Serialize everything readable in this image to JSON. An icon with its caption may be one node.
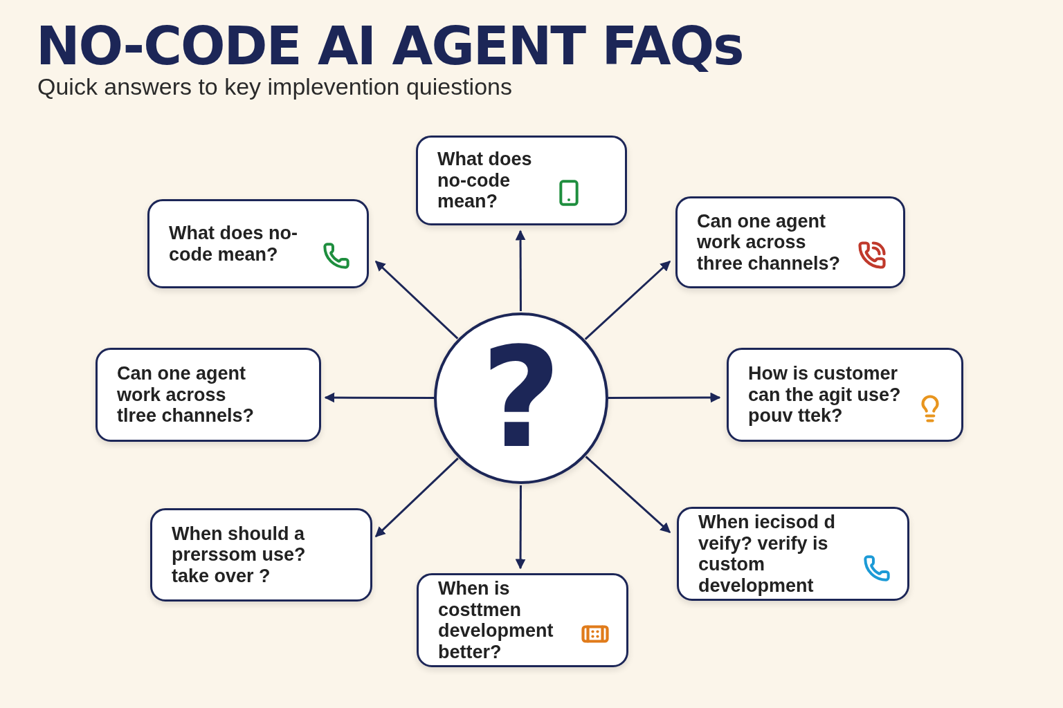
{
  "diagram": {
    "title": "NO-CODE AI AGENT FAQs",
    "caption": "Quick answers to key implevention quiestions",
    "nodes": [
      {
        "text": [
          "?"
        ]
      },
      {
        "text": [
          "What does no-code mean?"
        ]
      },
      {
        "text": [
          "What does no-code mean?"
        ]
      },
      {
        "text": [
          "Can one agent work across three channels?"
        ]
      },
      {
        "text": [
          "Can one agent work across tlree channels?"
        ]
      },
      {
        "text": [
          "How is customer can the agit use? pouv ttek?"
        ]
      },
      {
        "text": [
          "When should a prerssom use? take over ?"
        ]
      },
      {
        "text": [
          "When iecisod d veify? verify is custom development"
        ]
      },
      {
        "text": [
          "When is costtmen development better?"
        ]
      }
    ],
    "edges": [
      {
        "from": 0,
        "to": 1,
        "arrow": "to"
      },
      {
        "from": 0,
        "to": 2,
        "arrow": "to"
      },
      {
        "from": 0,
        "to": 3,
        "arrow": "to"
      },
      {
        "from": 0,
        "to": 4,
        "arrow": "to"
      },
      {
        "from": 0,
        "to": 5,
        "arrow": "to"
      },
      {
        "from": 0,
        "to": 6,
        "arrow": "to"
      },
      {
        "from": 0,
        "to": 7,
        "arrow": "to"
      },
      {
        "from": 0,
        "to": 8,
        "arrow": "to"
      }
    ]
  }
}
